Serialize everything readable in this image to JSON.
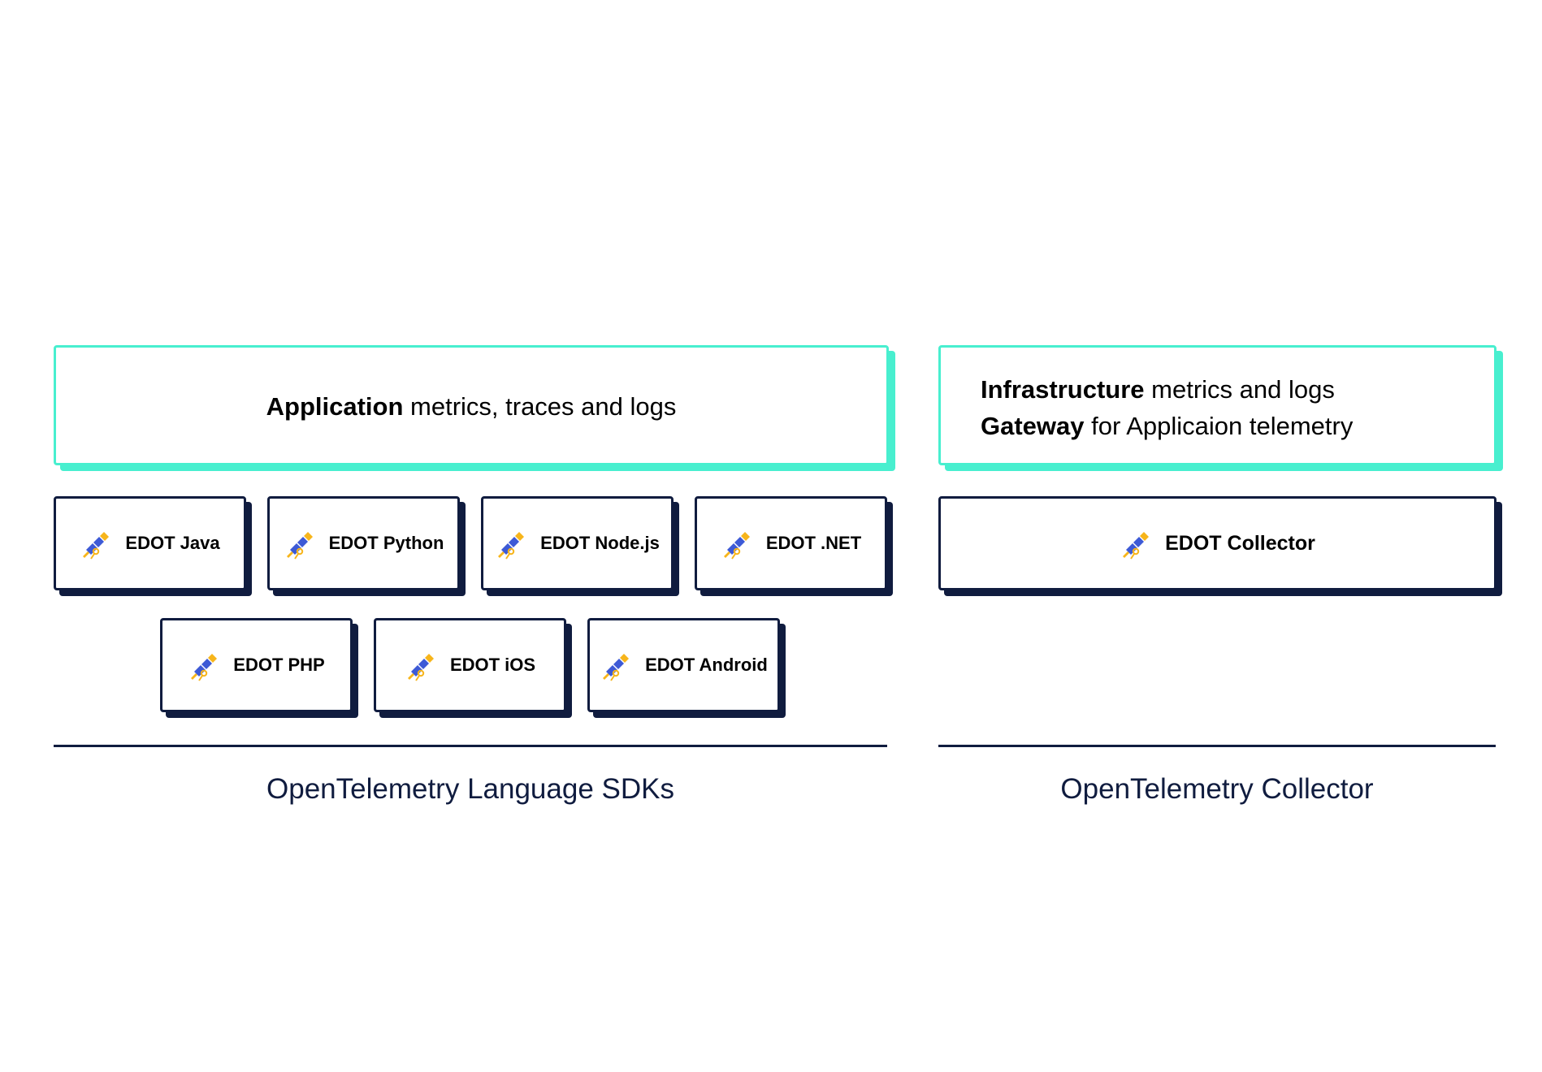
{
  "sdk_section": {
    "header": {
      "bold": "Application",
      "rest": " metrics, traces and logs"
    },
    "items": [
      {
        "label": "EDOT Java"
      },
      {
        "label": "EDOT Python"
      },
      {
        "label": "EDOT Node.js"
      },
      {
        "label": "EDOT .NET"
      },
      {
        "label": "EDOT PHP"
      },
      {
        "label": "EDOT iOS"
      },
      {
        "label": "EDOT Android"
      }
    ],
    "footer": "OpenTelemetry Language SDKs"
  },
  "collector_section": {
    "header": {
      "line1_bold": "Infrastructure",
      "line1_rest": " metrics and logs",
      "line2_bold": "Gateway",
      "line2_rest": " for Applicaion telemetry"
    },
    "item": {
      "label": "EDOT Collector"
    },
    "footer": "OpenTelemetry Collector"
  },
  "colors": {
    "teal_accent": "#48efcf",
    "navy": "#101c3f",
    "icon_blue": "#3d5ad6",
    "icon_yellow": "#f7b51b"
  },
  "icon": "edot-telescope-icon"
}
